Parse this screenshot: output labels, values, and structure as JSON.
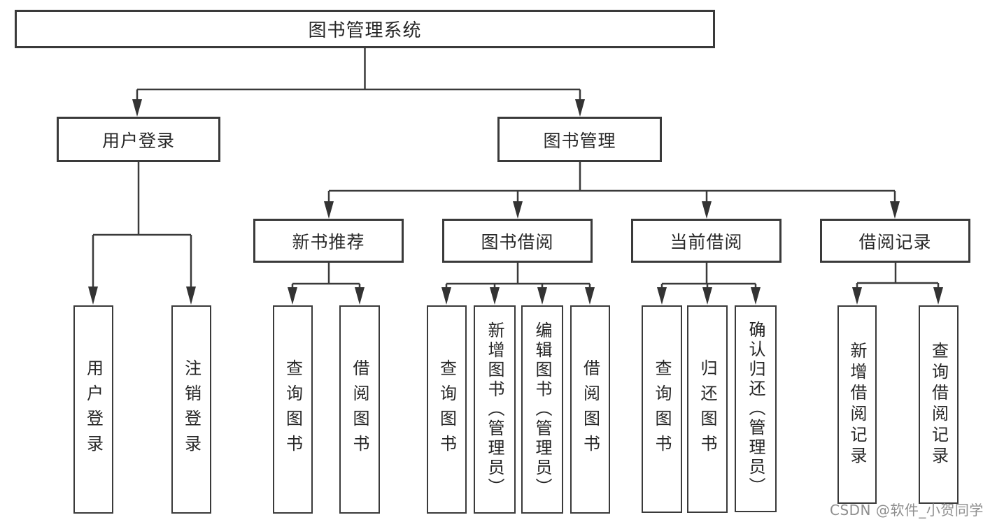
{
  "colors": {
    "line": "#3a3a3a",
    "border": "#3a3a3a",
    "text": "#262626",
    "background": "#ffffff",
    "watermark": "#8f8f8f"
  },
  "watermark": {
    "text": "CSDN @软件_小贺同学"
  },
  "tree": {
    "label": "图书管理系统",
    "children": [
      {
        "label": "用户登录",
        "children": [
          {
            "label": "用户登录"
          },
          {
            "label": "注销登录"
          }
        ]
      },
      {
        "label": "图书管理",
        "children": [
          {
            "label": "新书推荐",
            "children": [
              {
                "label": "查询图书"
              },
              {
                "label": "借阅图书"
              }
            ]
          },
          {
            "label": "图书借阅",
            "children": [
              {
                "label": "查询图书"
              },
              {
                "label": "新增图书（管理员）"
              },
              {
                "label": "编辑图书（管理员）"
              },
              {
                "label": "借阅图书"
              }
            ]
          },
          {
            "label": "当前借阅",
            "children": [
              {
                "label": "查询图书"
              },
              {
                "label": "归还图书"
              },
              {
                "label": "确认归还（管理员）"
              }
            ]
          },
          {
            "label": "借阅记录",
            "children": [
              {
                "label": "新增借阅记录"
              },
              {
                "label": "查询借阅记录"
              }
            ]
          }
        ]
      }
    ]
  }
}
